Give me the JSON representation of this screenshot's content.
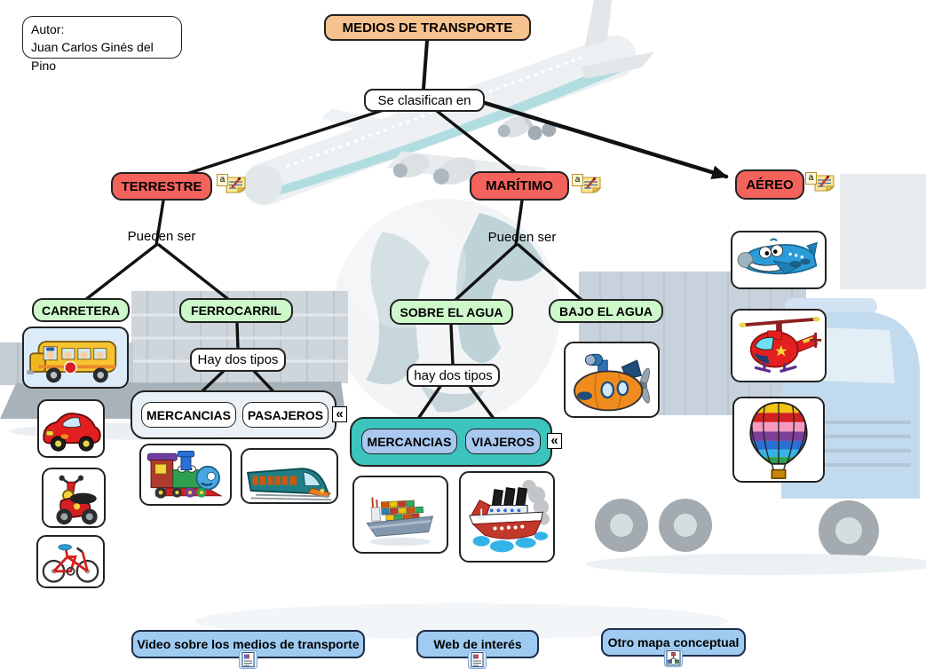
{
  "author_box": {
    "label": "Autor:",
    "name": "Juan Carlos Ginés del Pino"
  },
  "nodes": {
    "root": "MEDIOS DE TRANSPORTE",
    "se_clasifican": "Se clasifican en",
    "terrestre": "TERRESTRE",
    "maritimo": "MARÍTIMO",
    "aereo": "AÉREO",
    "pueden_ser_terrestre": "Pueden ser",
    "pueden_ser_maritimo": "Pueden ser",
    "carretera": "CARRETERA",
    "ferrocarril": "FERROCARRIL",
    "hay_dos_tipos_tren": "Hay dos tipos",
    "mercancias_tren": "MERCANCIAS",
    "pasajeros": "PASAJEROS",
    "sobre_el_agua": "SOBRE EL AGUA",
    "bajo_el_agua": "BAJO EL AGUA",
    "hay_dos_tipos_agua": "hay dos tipos",
    "mercancias_agua": "MERCANCIAS",
    "viajeros": "VIAJEROS"
  },
  "footer": {
    "video": "Video sobre los medios de transporte",
    "web": "Web de interés",
    "otro_mapa": "Otro mapa conceptual"
  },
  "icons": {
    "annotation_letter": "a",
    "collapse_glyph": "«"
  },
  "images": {
    "bus": "school-bus",
    "car": "red-car",
    "scooter": "red-scooter",
    "bicycle": "red-bicycle",
    "steam_train": "steam-locomotive",
    "modern_train": "passenger-train",
    "cargo_ship": "container-cargo-ship",
    "cruise_ship": "steam-cruise-ship",
    "submarine": "orange-submarine",
    "plane": "cartoon-airplane",
    "helicopter": "red-helicopter",
    "balloon": "hot-air-balloon"
  },
  "colors": {
    "root_fill": "#F6C28F",
    "branch_fill": "#F4625C",
    "sub_fill": "#CDF8CA",
    "group_fill": "#3BC5BE",
    "chip_fill": "#A8C8F0",
    "footer_fill": "#9FCBF0",
    "line": "#111111"
  }
}
